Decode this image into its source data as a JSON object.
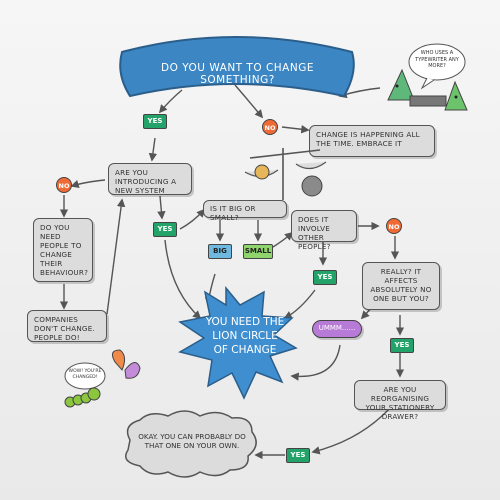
{
  "title": "DO YOU WANT TO CHANGE SOMETHING?",
  "nodes": {
    "change_happening": "CHANGE IS HAPPENING ALL THE TIME. EMBRACE IT",
    "new_system": "ARE YOU INTRODUCING A NEW SYSTEM",
    "big_or_small": "IS IT BIG OR SMALL?",
    "other_people": "DOES IT INVOLVE OTHER PEOPLE?",
    "need_people": "DO YOU NEED PEOPLE TO CHANGE THEIR BEHAVIOUR?",
    "companies": "COMPANIES DON'T CHANGE. PEOPLE DO!",
    "really": "REALLY? IT AFFECTS ABSOLUTELY NO ONE BUT YOU?",
    "stationery": "ARE YOU REORGANISING YOUR STATIONERY DRAWER?",
    "okay": "OKAY. YOU CAN PROBABLY DO THAT ONE ON YOUR OWN.",
    "lion_circle": "YOU NEED THE LION CIRCLE OF CHANGE",
    "ummm": "UMMM......"
  },
  "labels": {
    "yes": "YES",
    "no": "NO",
    "big": "BIG",
    "small": "SMALL"
  },
  "speech": {
    "typewriter": "WHO USES A TYPEWRITER ANY MORE?",
    "caterpillar": "WOW! YOU'RE CHANGED!"
  },
  "colors": {
    "title_blue": "#3c86c4",
    "star_blue": "#3f8fd0",
    "yes_green": "#23a36a",
    "no_orange": "#f06a35",
    "ummm_purple": "#b77ad6",
    "big_blue": "#6fb8e0",
    "small_green": "#8fd46c"
  }
}
